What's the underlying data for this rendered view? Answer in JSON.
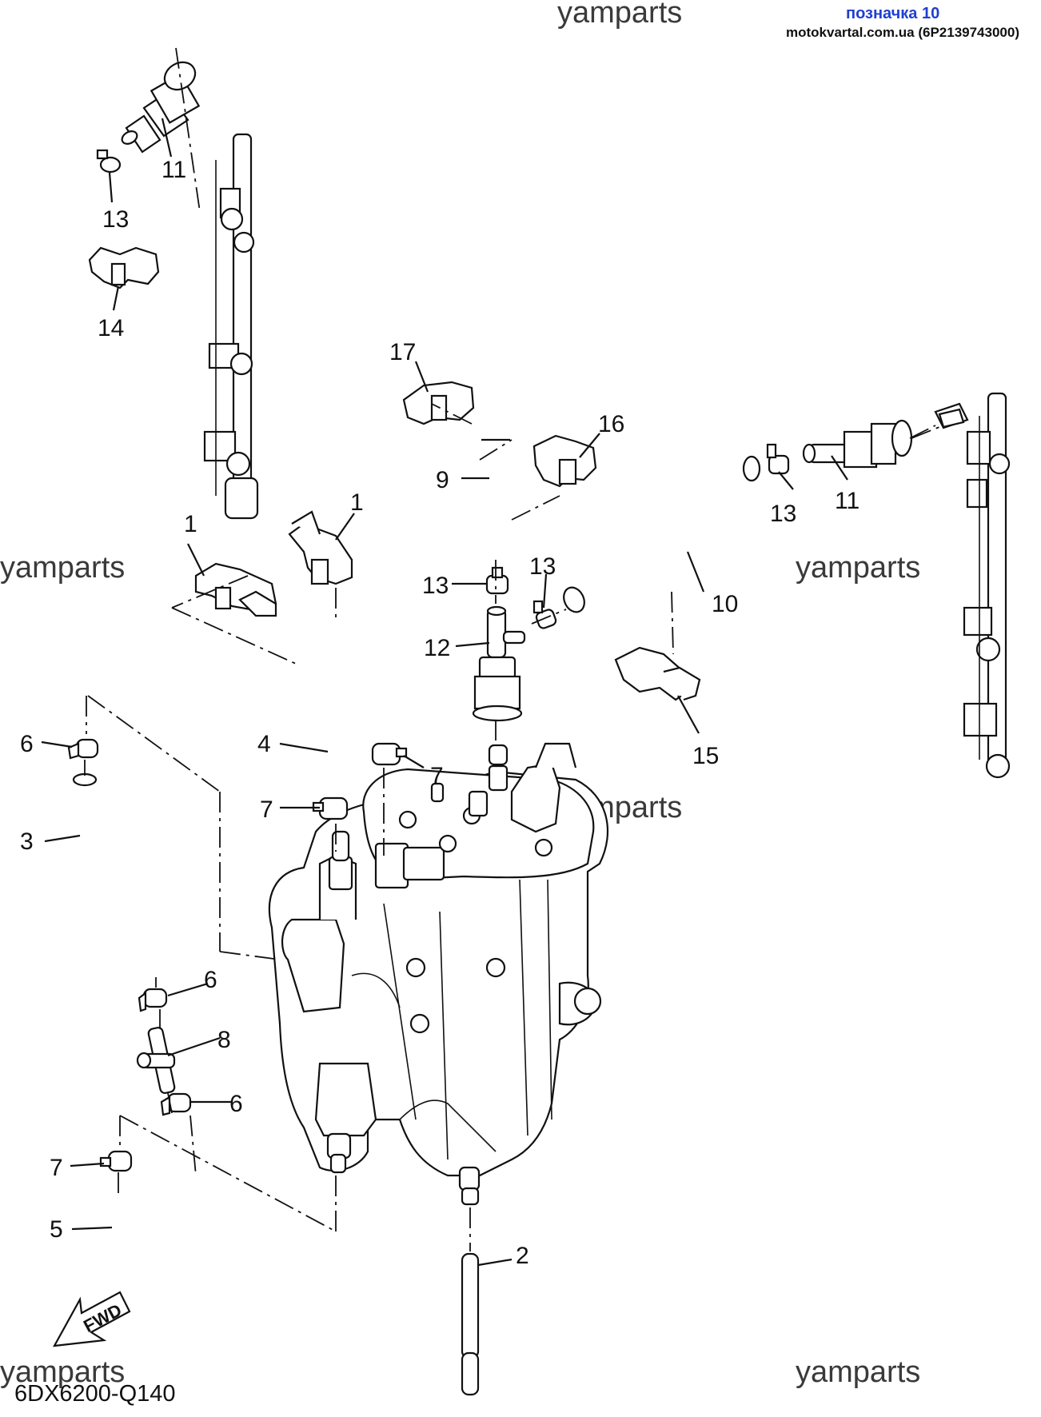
{
  "header": {
    "tag_title": "позначка 10",
    "tag_source": "motokvartal.com.ua (6P2139743000)"
  },
  "watermarks": [
    "yamparts",
    "yamparts",
    "yamparts",
    "yamparts",
    "yamparts",
    "yamparts"
  ],
  "diagram_code": "6DX6200-Q140",
  "fwd_label": "FWD",
  "callouts": [
    "1",
    "1",
    "2",
    "3",
    "4",
    "5",
    "6",
    "6",
    "6",
    "7",
    "7",
    "7",
    "8",
    "9",
    "10",
    "11",
    "11",
    "12",
    "13",
    "13",
    "13",
    "13",
    "14",
    "15",
    "16",
    "17"
  ]
}
